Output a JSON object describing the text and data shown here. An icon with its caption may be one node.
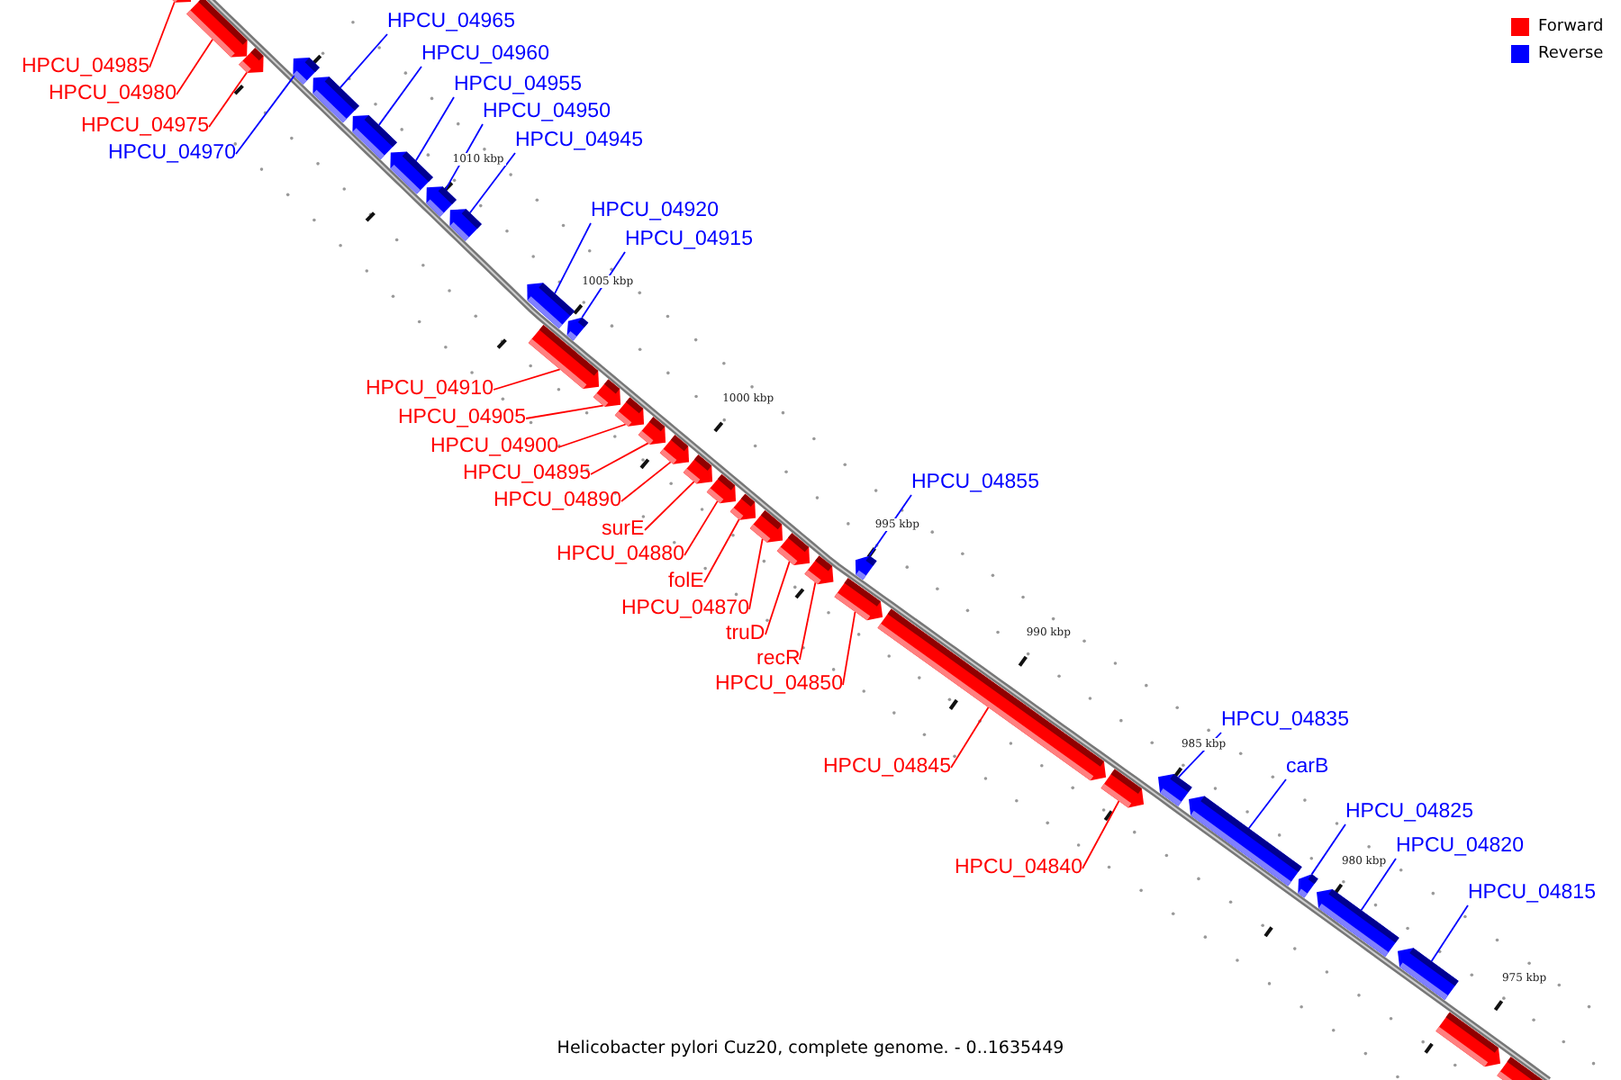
{
  "diagram": {
    "caption": "Helicobacter pylori Cuz20, complete genome. - 0..1635449",
    "nodes": [
      {
        "text": [],
        "shape": "arrow"
      },
      {
        "text": [],
        "shape": "arrow"
      },
      {
        "text": [],
        "shape": "arrow"
      },
      {
        "text": [],
        "shape": "arrow"
      },
      {
        "text": [],
        "shape": "arrow"
      },
      {
        "text": [],
        "shape": "arrow"
      },
      {
        "text": [],
        "shape": "arrow"
      },
      {
        "text": [],
        "shape": "arrow"
      },
      {
        "text": [],
        "shape": "arrow"
      },
      {
        "text": [],
        "shape": "arrow"
      },
      {
        "text": [],
        "shape": "arrow"
      },
      {
        "text": [],
        "shape": "arrow"
      },
      {
        "text": [],
        "shape": "arrow"
      },
      {
        "text": [],
        "shape": "arrow"
      },
      {
        "text": [],
        "shape": "arrow"
      },
      {
        "text": [],
        "shape": "arrow"
      },
      {
        "text": [],
        "shape": "arrow"
      },
      {
        "text": [],
        "shape": "arrow"
      },
      {
        "text": [],
        "shape": "arrow"
      },
      {
        "text": [],
        "shape": "arrow"
      },
      {
        "text": [],
        "shape": "arrow"
      },
      {
        "text": [],
        "shape": "arrow"
      },
      {
        "text": [],
        "shape": "arrow"
      },
      {
        "text": [],
        "shape": "arrow"
      },
      {
        "text": [],
        "shape": "arrow"
      },
      {
        "text": [],
        "shape": "arrow"
      },
      {
        "text": [],
        "shape": "arrow"
      },
      {
        "text": [],
        "shape": "arrow"
      },
      {
        "text": [],
        "shape": "arrow"
      },
      {
        "text": [],
        "shape": "arrow"
      },
      {
        "text": [],
        "shape": "arrow"
      },
      {
        "text": [],
        "shape": "arrow"
      },
      {
        "text": [],
        "shape": "arrow"
      },
      {
        "text": [
          "HPCU_04985"
        ]
      },
      {
        "text": [
          "HPCU_04980"
        ]
      },
      {
        "text": [
          "HPCU_04975"
        ]
      },
      {
        "text": [
          "HPCU_04970"
        ]
      },
      {
        "text": [
          "HPCU_04965"
        ]
      },
      {
        "text": [
          "HPCU_04960"
        ]
      },
      {
        "text": [
          "HPCU_04955"
        ]
      },
      {
        "text": [
          "HPCU_04950"
        ]
      },
      {
        "text": [
          "HPCU_04945"
        ]
      },
      {
        "text": [
          "HPCU_04920"
        ]
      },
      {
        "text": [
          "HPCU_04915"
        ]
      },
      {
        "text": [
          "HPCU_04910"
        ]
      },
      {
        "text": [
          "HPCU_04905"
        ]
      },
      {
        "text": [
          "HPCU_04900"
        ]
      },
      {
        "text": [
          "HPCU_04895"
        ]
      },
      {
        "text": [
          "HPCU_04890"
        ]
      },
      {
        "text": [
          "surE"
        ]
      },
      {
        "text": [
          "HPCU_04880"
        ]
      },
      {
        "text": [
          "folE"
        ]
      },
      {
        "text": [
          "HPCU_04870"
        ]
      },
      {
        "text": [
          "truD"
        ]
      },
      {
        "text": [
          "recR"
        ]
      },
      {
        "text": [
          "HPCU_04855"
        ]
      },
      {
        "text": [
          "HPCU_04850"
        ]
      },
      {
        "text": [
          "HPCU_04845"
        ]
      },
      {
        "text": [
          "HPCU_04840"
        ]
      },
      {
        "text": [
          "HPCU_04835"
        ]
      },
      {
        "text": [
          "carB"
        ]
      },
      {
        "text": [
          "HPCU_04825"
        ]
      },
      {
        "text": [
          "HPCU_04820"
        ]
      },
      {
        "text": [
          "HPCU_04815"
        ]
      }
    ],
    "edges": [
      {
        "from": 33,
        "to": 0,
        "arrow": "none"
      },
      {
        "from": 34,
        "to": 1,
        "arrow": "none"
      },
      {
        "from": 35,
        "to": 2,
        "arrow": "none"
      },
      {
        "from": 36,
        "to": 3,
        "arrow": "none",
        "color": "#0000ff"
      },
      {
        "from": 37,
        "to": 4,
        "arrow": "none",
        "color": "#0000ff"
      },
      {
        "from": 38,
        "to": 5,
        "arrow": "none",
        "color": "#0000ff"
      },
      {
        "from": 39,
        "to": 6,
        "arrow": "none",
        "color": "#0000ff"
      },
      {
        "from": 40,
        "to": 7,
        "arrow": "none",
        "color": "#0000ff"
      },
      {
        "from": 41,
        "to": 8,
        "arrow": "none",
        "color": "#0000ff"
      },
      {
        "from": 42,
        "to": 9,
        "arrow": "none",
        "color": "#0000ff"
      },
      {
        "from": 43,
        "to": 10,
        "arrow": "none",
        "color": "#0000ff"
      },
      {
        "from": 44,
        "to": 11,
        "arrow": "none"
      },
      {
        "from": 45,
        "to": 12,
        "arrow": "none"
      },
      {
        "from": 46,
        "to": 13,
        "arrow": "none"
      },
      {
        "from": 47,
        "to": 14,
        "arrow": "none"
      },
      {
        "from": 48,
        "to": 15,
        "arrow": "none"
      },
      {
        "from": 49,
        "to": 16,
        "arrow": "none"
      },
      {
        "from": 50,
        "to": 17,
        "arrow": "none"
      },
      {
        "from": 51,
        "to": 18,
        "arrow": "none"
      },
      {
        "from": 52,
        "to": 19,
        "arrow": "none"
      },
      {
        "from": 53,
        "to": 20,
        "arrow": "none"
      },
      {
        "from": 54,
        "to": 21,
        "arrow": "none"
      },
      {
        "from": 55,
        "to": 22,
        "arrow": "none",
        "color": "#0000ff"
      },
      {
        "from": 56,
        "to": 23,
        "arrow": "none"
      },
      {
        "from": 57,
        "to": 24,
        "arrow": "none"
      },
      {
        "from": 58,
        "to": 25,
        "arrow": "none"
      },
      {
        "from": 59,
        "to": 26,
        "arrow": "none",
        "color": "#0000ff"
      },
      {
        "from": 60,
        "to": 27,
        "arrow": "none",
        "color": "#0000ff"
      },
      {
        "from": 61,
        "to": 28,
        "arrow": "none",
        "color": "#0000ff"
      },
      {
        "from": 62,
        "to": 29,
        "arrow": "none",
        "color": "#0000ff"
      },
      {
        "from": 63,
        "to": 30,
        "arrow": "none",
        "color": "#0000ff"
      }
    ],
    "labels": [
      "1010 kbp",
      "1005 kbp",
      "1000 kbp",
      "995 kbp",
      "990 kbp",
      "985 kbp",
      "980 kbp",
      "975 kbp"
    ],
    "legend": [
      {
        "text": "Forward",
        "color": "#ff0000"
      },
      {
        "text": "Reverse",
        "color": "#0000ff"
      }
    ]
  }
}
